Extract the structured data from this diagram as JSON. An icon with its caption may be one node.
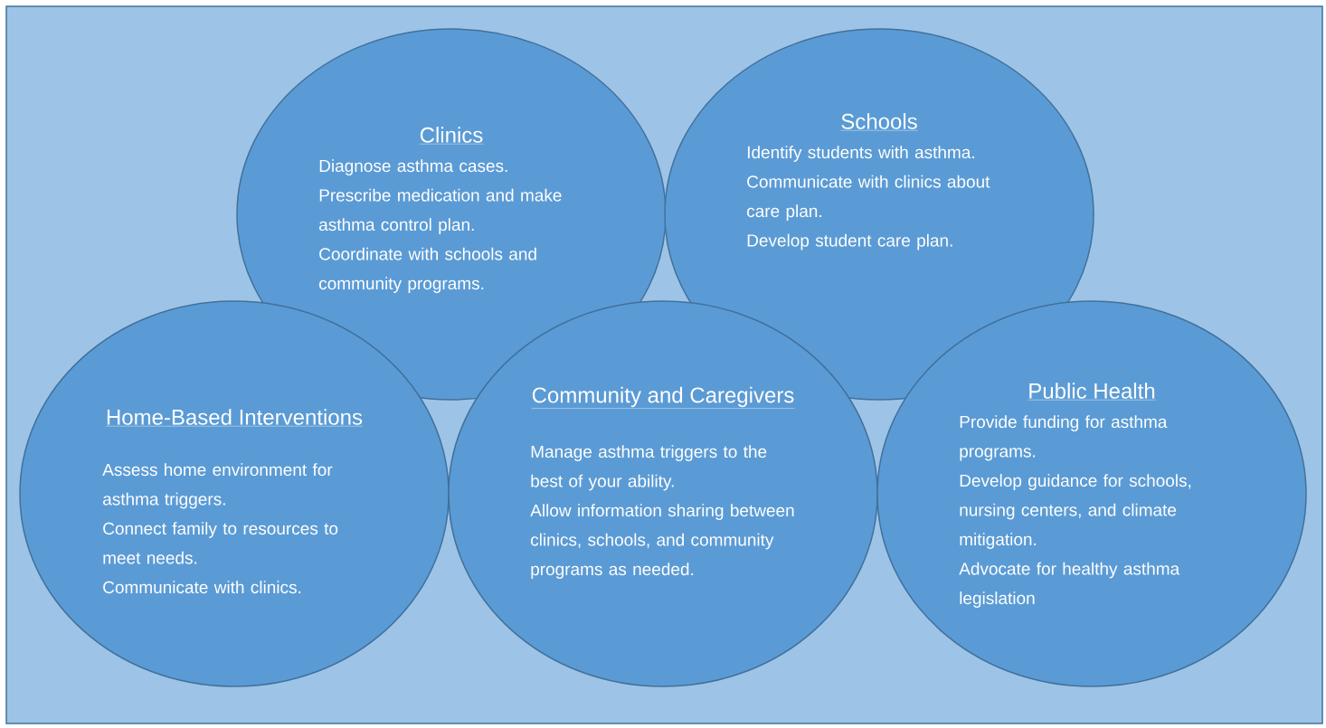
{
  "diagram": {
    "nodes": [
      {
        "text": [
          "Clinics",
          "Diagnose asthma cases.",
          "Prescribe medication and make asthma control plan.",
          "Coordinate with schools and community programs."
        ]
      },
      {
        "text": [
          "Schools",
          "Identify students with asthma.",
          "Communicate with clinics about care plan.",
          "Develop student care plan."
        ]
      },
      {
        "text": [
          "Home-Based Interventions",
          "Assess home environment for asthma triggers.",
          "Connect family to resources to meet needs.",
          "Communicate with clinics."
        ]
      },
      {
        "text": [
          "Community and Caregivers",
          "Manage asthma triggers to the best of your ability.",
          "Allow information sharing between clinics, schools, and community programs as needed."
        ]
      },
      {
        "text": [
          "Public Health",
          "Provide funding for asthma programs.",
          "Develop guidance for schools, nursing centers, and climate mitigation.",
          "Advocate for healthy asthma legislation"
        ]
      }
    ]
  }
}
